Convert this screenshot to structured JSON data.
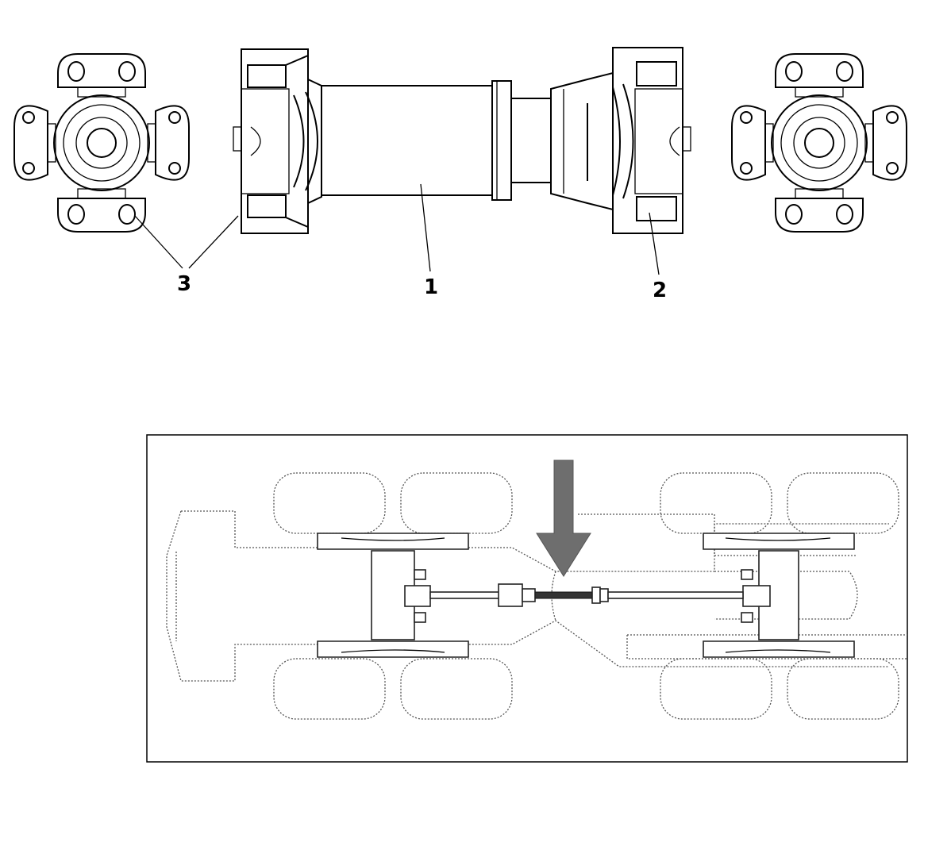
{
  "figure": {
    "callouts": [
      {
        "id": "3",
        "label": "3"
      },
      {
        "id": "1",
        "label": "1"
      },
      {
        "id": "2",
        "label": "2"
      }
    ],
    "colors": {
      "line": "#000000",
      "dotted": "#555555",
      "arrow": "#6e6e6e",
      "shaft_highlight": "#333333"
    }
  }
}
